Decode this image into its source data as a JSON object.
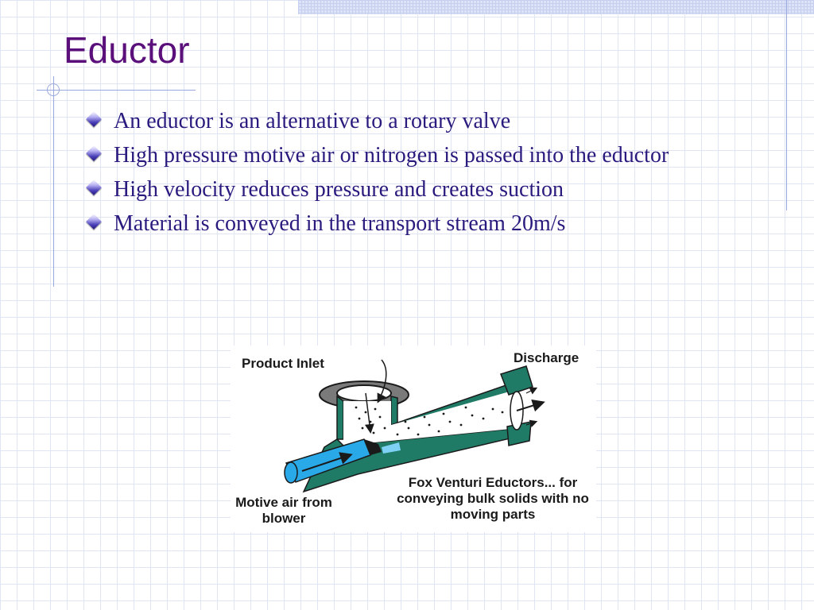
{
  "slide": {
    "title": "Eductor",
    "bullets": [
      "An eductor is an alternative to a rotary valve",
      "High pressure motive air or nitrogen is passed into the eductor",
      "High velocity reduces pressure and creates suction",
      "Material is conveyed in the transport stream 20m/s"
    ]
  },
  "diagram": {
    "labels": {
      "product_inlet": "Product Inlet",
      "discharge": "Discharge",
      "motive_air": "Motive air from blower",
      "fox_caption": "Fox Venturi Eductors... for conveying bulk solids with no moving parts"
    },
    "colors": {
      "title": "#5a0f7a",
      "bullet_text": "#2a1a7e",
      "pipe_green": "#1f7a66",
      "air_blue": "#2aa9e8"
    }
  }
}
